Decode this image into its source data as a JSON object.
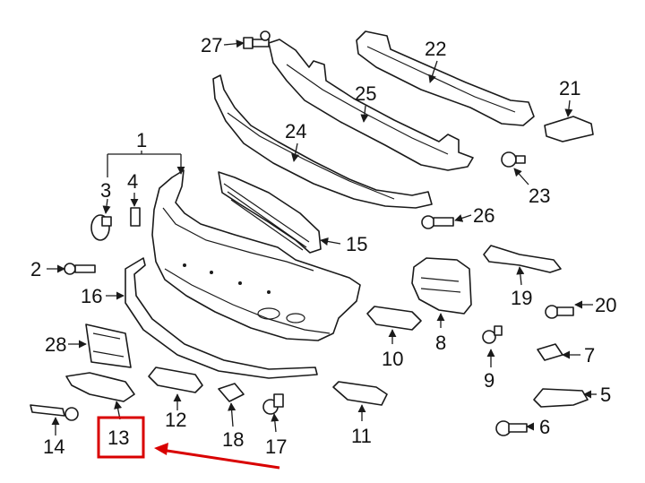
{
  "diagram": {
    "labels": {
      "n1": "1",
      "n2": "2",
      "n3": "3",
      "n4": "4",
      "n5": "5",
      "n6": "6",
      "n7": "7",
      "n8": "8",
      "n9": "9",
      "n10": "10",
      "n11": "11",
      "n12": "12",
      "n13": "13",
      "n14": "14",
      "n15": "15",
      "n16": "16",
      "n17": "17",
      "n18": "18",
      "n19": "19",
      "n20": "20",
      "n21": "21",
      "n22": "22",
      "n23": "23",
      "n24": "24",
      "n25": "25",
      "n26": "26",
      "n27": "27",
      "n28": "28"
    },
    "highlight": {
      "target_label": "13",
      "color": "#d90000"
    }
  }
}
